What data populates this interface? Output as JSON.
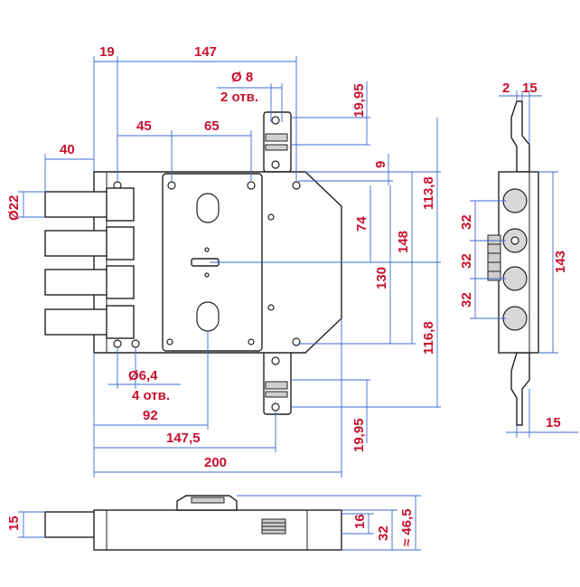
{
  "dimensions": {
    "d19": "19",
    "d147": "147",
    "d8": "Ø 8",
    "d2otv_top": "2 отв.",
    "d19_95_top": "19,95",
    "d45": "45",
    "d65": "65",
    "d40": "40",
    "d22": "Ø22",
    "d9": "9",
    "d74": "74",
    "d113_8": "113,8",
    "d148": "148",
    "d130": "130",
    "d116_8": "116,8",
    "d6_4": "Ø6,4",
    "d4otv": "4 отв.",
    "d92": "92",
    "d19_95_bot": "19,95",
    "d147_5": "147,5",
    "d200": "200",
    "s2": "2",
    "s15_top": "15",
    "s32a": "32",
    "s32b": "32",
    "s32c": "32",
    "s143": "143",
    "s15_bot": "15",
    "b15": "15",
    "b16": "16",
    "b32": "32",
    "b46_5": "≈ 46,5"
  }
}
